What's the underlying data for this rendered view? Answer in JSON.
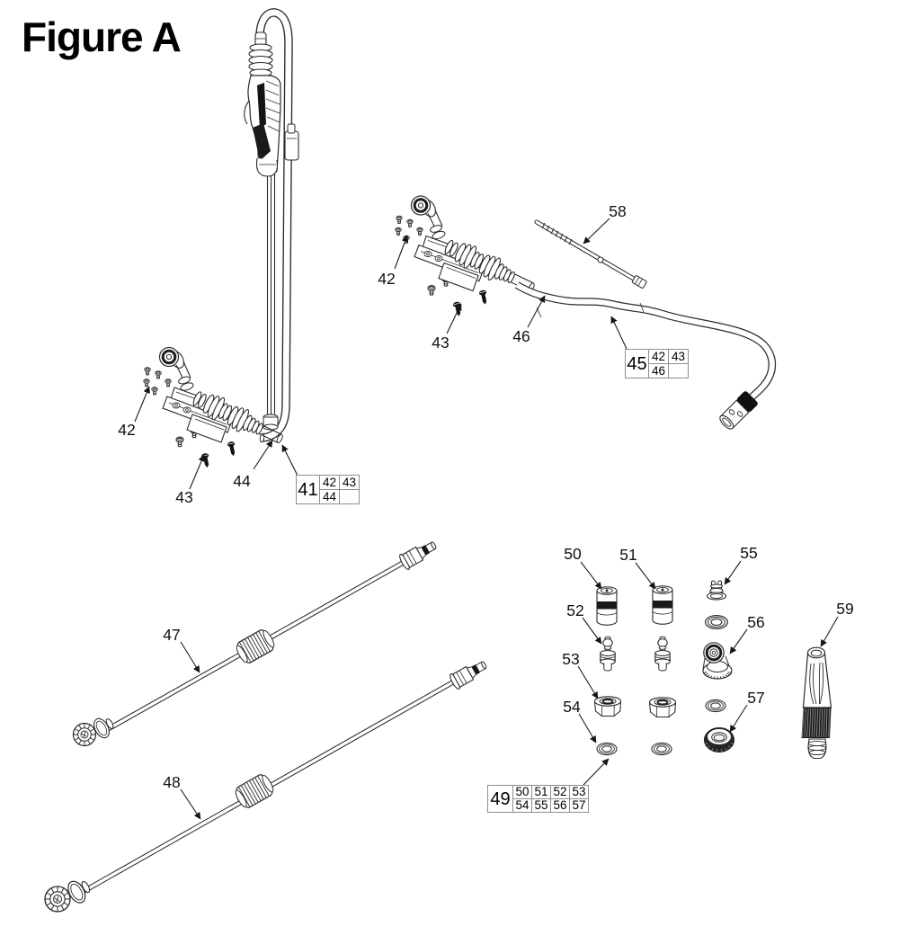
{
  "figure_title": "Figure A",
  "ink_color": "#2b2b2b",
  "callouts": {
    "c42_left": "42",
    "c43_left": "43",
    "c44": "44",
    "c42_right": "42",
    "c43_right": "43",
    "c46": "46",
    "c58": "58",
    "c47": "47",
    "c48": "48",
    "c50": "50",
    "c51": "51",
    "c52": "52",
    "c53": "53",
    "c54": "54",
    "c55": "55",
    "c56": "56",
    "c57": "57",
    "c59": "59"
  },
  "ref_boxes": {
    "box41": {
      "main": "41",
      "row1": [
        "42",
        "43"
      ],
      "row2": [
        "44"
      ]
    },
    "box45": {
      "main": "45",
      "row1": [
        "42",
        "43"
      ],
      "row2": [
        "46"
      ]
    },
    "box49": {
      "main": "49",
      "row1": [
        "50",
        "51",
        "52",
        "53"
      ],
      "row2": [
        "54",
        "55",
        "56",
        "57"
      ]
    }
  }
}
